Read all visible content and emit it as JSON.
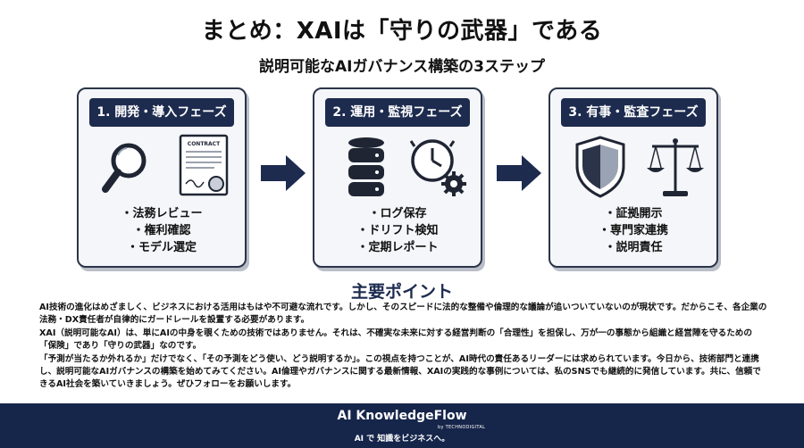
{
  "title": "まとめ：XAIは「守りの武器」である",
  "subtitle": "説明可能なAIガバナンス構築の3ステップ",
  "steps": [
    {
      "label": "1. 開発・導入フェーズ",
      "items": [
        "法務レビュー",
        "権利確認",
        "モデル選定"
      ],
      "doc_label": "CONTRACT"
    },
    {
      "label": "2. 運用・監視フェーズ",
      "items": [
        "ログ保存",
        "ドリフト検知",
        "定期レポート"
      ]
    },
    {
      "label": "3. 有事・監査フェーズ",
      "items": [
        "証拠開示",
        "専門家連携",
        "説明責任"
      ]
    }
  ],
  "points_title": "主要ポイント",
  "paragraphs": [
    "AI技術の進化はめざましく、ビジネスにおける活用はもはや不可避な流れです。しかし、そのスピードに法的な整備や倫理的な議論が追いついていないのが現状です。だからこそ、各企業の法務・DX責任者が自律的にガードレールを設置する必要があります。",
    "XAI（説明可能なAI）は、単にAIの中身を覗くための技術ではありません。それは、不確実な未来に対する経営判断の「合理性」を担保し、万が一の事態から組織と経営陣を守るための「保険」であり「守りの武器」なのです。",
    "「予測が当たるか外れるか」だけでなく、「その予測をどう使い、どう説明するか」。この視点を持つことが、AI時代の責任あるリーダーには求められています。今日から、技術部門と連携し、説明可能なAIガバナンスの構築を始めてみてください。AI倫理やガバナンスに関する最新情報、XAIの実践的な事例については、私のSNSでも継続的に発信しています。共に、信頼できるAI社会を築いていきましょう。ぜひフォローをお願いします。"
  ],
  "footer": {
    "brand": "AI KnowledgeFlow",
    "by": "by TECHNODIGITAL",
    "tagline": "AI で 知識をビジネスへ。"
  },
  "colors": {
    "navy": "#1d2b4f",
    "footer": "#16254a",
    "card_bg": "#f4f6f9"
  }
}
